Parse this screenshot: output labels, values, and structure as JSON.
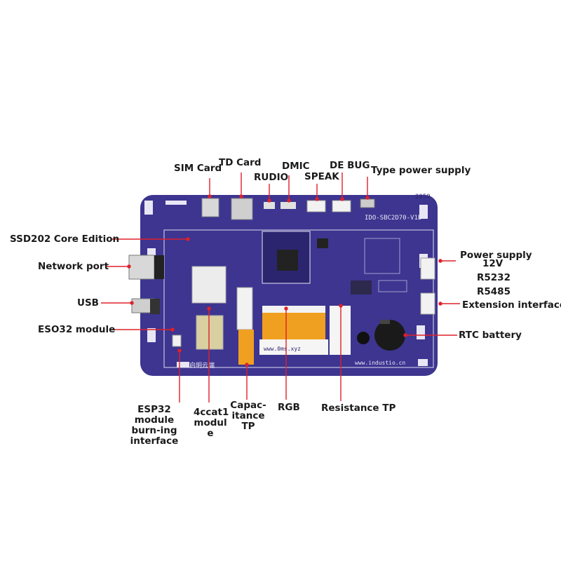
{
  "board": {
    "model_text": "IDO-SBC2D70-V1B",
    "corner_text": "2050",
    "url_left": "www.0ms.xyz",
    "url_right": "www.industio.cn",
    "silk_brand": "启明云端",
    "colors": {
      "pcb": "#3d3590",
      "pcb_dark": "#2b2570",
      "silk": "#e8e6f5",
      "leader": "#e0202a",
      "flex": "#f0a020"
    }
  },
  "labels": {
    "sim_card": "SIM Card",
    "td_card": "TD Card",
    "rudio": "RUDIO",
    "dmic": "DMIC",
    "speak": "SPEAK",
    "debug": "DE BUG",
    "type_power": "Type power supply",
    "ssd202": "SSD202 Core Edition",
    "network_port": "Network port",
    "usb": "USB",
    "eso32": "ESO32 module",
    "power_supply": "Power supply",
    "v12": "12V",
    "r5232": "R5232",
    "r5485": "R5485",
    "extension": "Extension interface",
    "rtc": "RTC battery",
    "esp32_burn": "ESP32 module burn-ing interface",
    "cat1": "4ccat1 modul e",
    "cap_tp": "Capac-itance TP",
    "rgb": "RGB",
    "res_tp": "Resistance TP"
  }
}
